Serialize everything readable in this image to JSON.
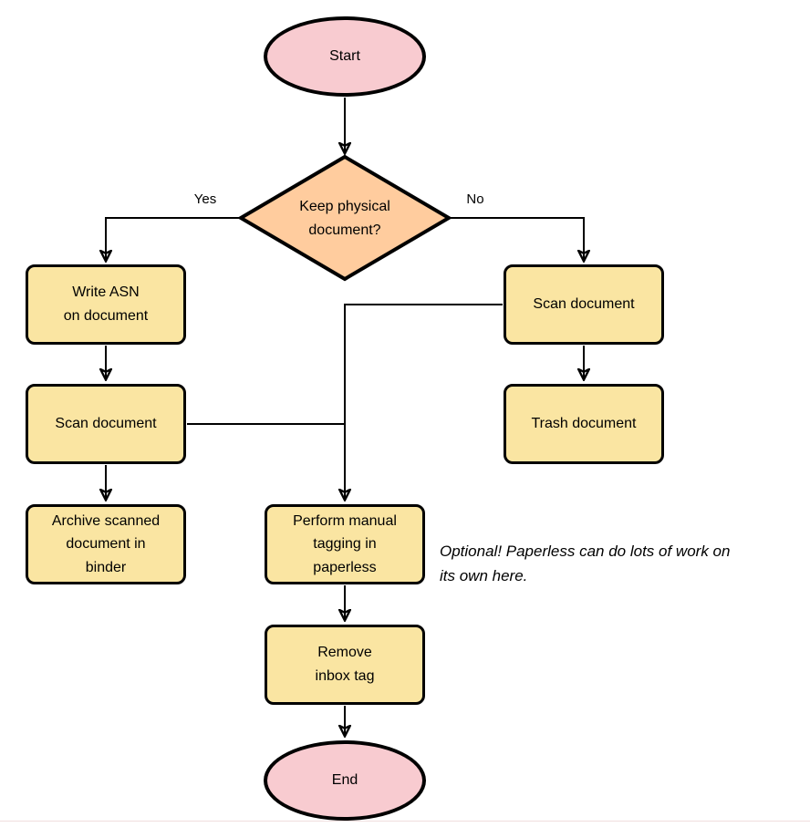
{
  "nodes": {
    "start": "Start",
    "decision": "Keep physical\ndocument?",
    "write_asn": "Write ASN\non document",
    "scan_left": "Scan document",
    "archive": "Archive scanned\ndocument in\nbinder",
    "scan_right": "Scan document",
    "trash": "Trash document",
    "tagging": "Perform manual\ntagging in\npaperless",
    "remove_tag": "Remove\ninbox tag",
    "end": "End"
  },
  "edge_labels": {
    "yes": "Yes",
    "no": "No"
  },
  "note": "Optional! Paperless can do lots of work on\nits own here.",
  "colors": {
    "terminator_fill": "#F8CBD0",
    "decision_fill": "#FFCC9E",
    "process_fill": "#FAE5A2",
    "stroke": "#000000",
    "background": "#FFFFFF"
  }
}
